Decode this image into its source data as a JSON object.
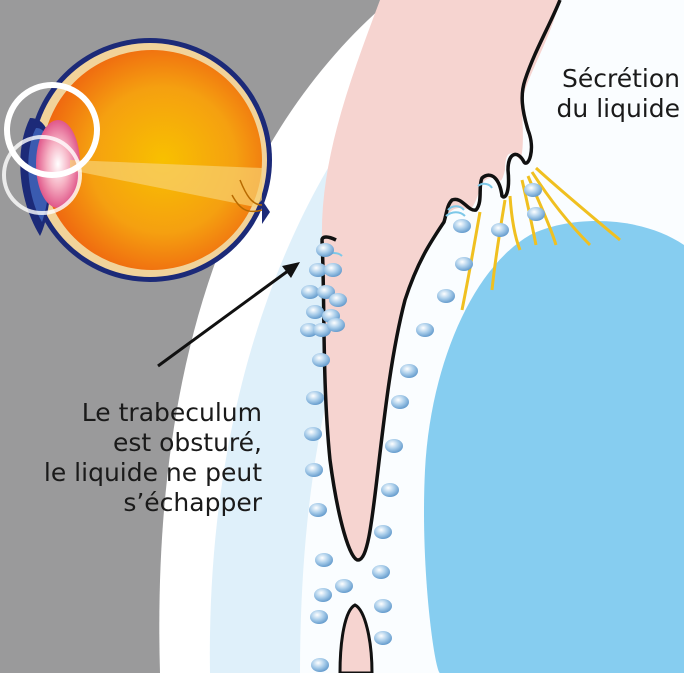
{
  "labels": {
    "secretion": [
      "Sécrétion",
      "du liquide"
    ],
    "trabeculum": [
      "Le trabeculum",
      "est obsturé,",
      "le liquide ne peut",
      "s’échapper"
    ]
  },
  "colors": {
    "background_gray": "#9a9a9b",
    "outer_white": "#ffffff",
    "pale_blue": "#dff0fa",
    "iris_pink": "#f6d4d0",
    "lens_blue": "#86cdf0",
    "droplet_blue": "#7ab1db",
    "fiber_yellow": "#f0c020",
    "eye_orange": "#f07a10",
    "eye_yellow": "#f8c000",
    "eye_navy": "#1c2a78",
    "outline_black": "#111111"
  },
  "icons": [
    "eyeball-illustration",
    "magnifier-ring-icon",
    "pointer-arrow"
  ]
}
